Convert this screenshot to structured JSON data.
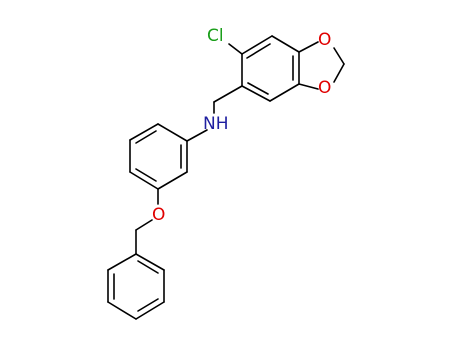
{
  "diagram": {
    "type": "chemical-structure",
    "atoms": {
      "chlorine": {
        "label": "Cl",
        "color": "#1a9e1a"
      },
      "nitrogen": {
        "label": "NH",
        "color": "#1f1fa0"
      },
      "oxygen_ring_top": {
        "label": "O",
        "color": "#e00000"
      },
      "oxygen_ring_bottom": {
        "label": "O",
        "color": "#e00000"
      },
      "oxygen_ether": {
        "label": "O",
        "color": "#e00000"
      }
    }
  }
}
